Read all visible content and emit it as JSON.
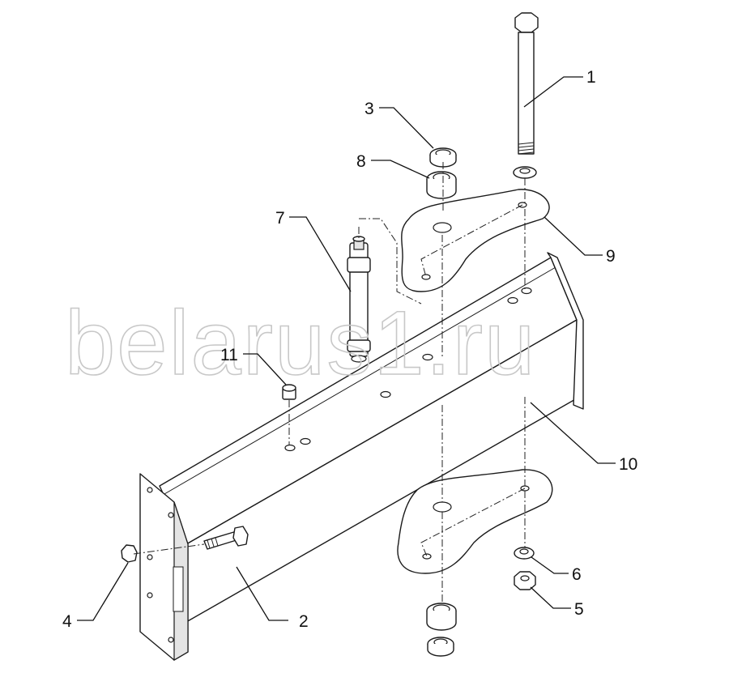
{
  "watermark": "belarus1.ru",
  "callouts": [
    {
      "id": "c1",
      "label": "1"
    },
    {
      "id": "c2",
      "label": "2"
    },
    {
      "id": "c3",
      "label": "3"
    },
    {
      "id": "c4",
      "label": "4"
    },
    {
      "id": "c5",
      "label": "5"
    },
    {
      "id": "c6",
      "label": "6"
    },
    {
      "id": "c7",
      "label": "7"
    },
    {
      "id": "c8",
      "label": "8"
    },
    {
      "id": "c9",
      "label": "9"
    },
    {
      "id": "c10",
      "label": "10"
    },
    {
      "id": "c11",
      "label": "11"
    }
  ]
}
